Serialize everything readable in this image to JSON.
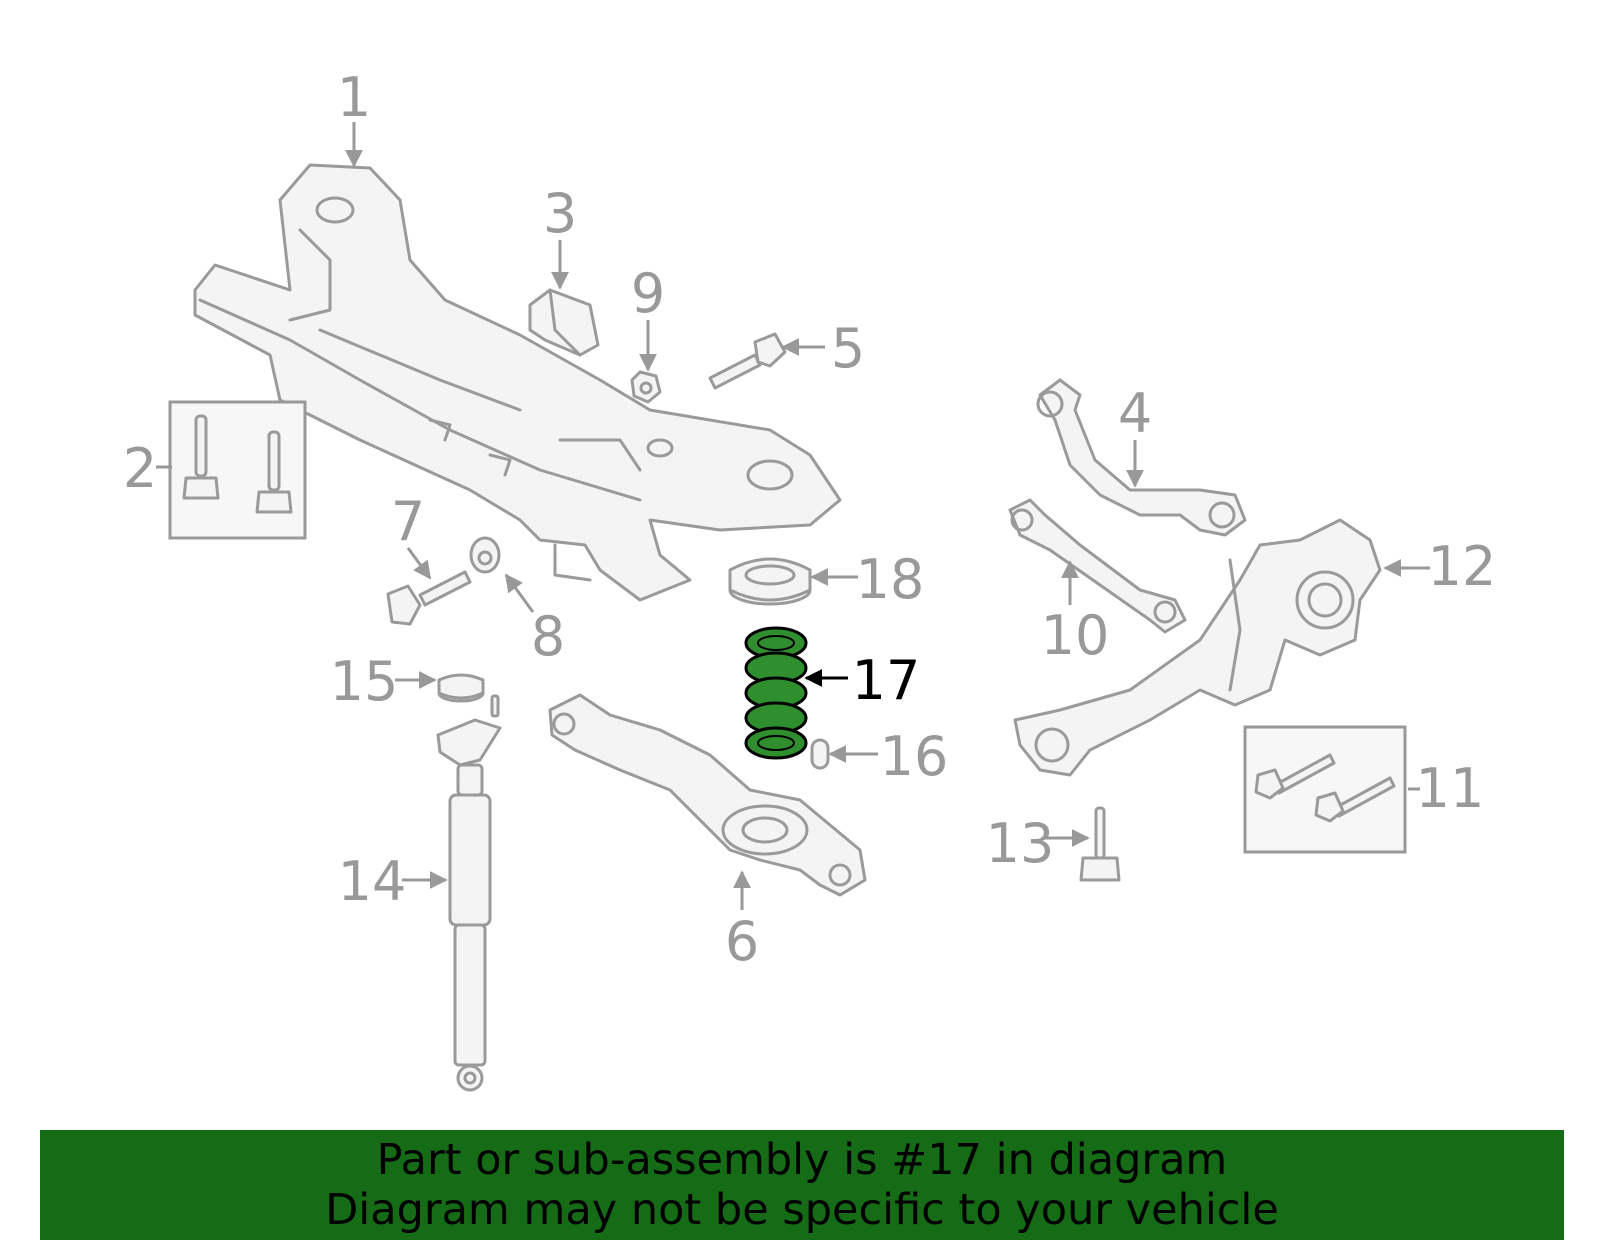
{
  "diagram": {
    "highlight_color": "#1f7a1f",
    "callouts": [
      {
        "id": "1",
        "label": "1"
      },
      {
        "id": "2",
        "label": "2"
      },
      {
        "id": "3",
        "label": "3"
      },
      {
        "id": "4",
        "label": "4"
      },
      {
        "id": "5",
        "label": "5"
      },
      {
        "id": "6",
        "label": "6"
      },
      {
        "id": "7",
        "label": "7"
      },
      {
        "id": "8",
        "label": "8"
      },
      {
        "id": "9",
        "label": "9"
      },
      {
        "id": "10",
        "label": "10"
      },
      {
        "id": "11",
        "label": "11"
      },
      {
        "id": "12",
        "label": "12"
      },
      {
        "id": "13",
        "label": "13"
      },
      {
        "id": "14",
        "label": "14"
      },
      {
        "id": "15",
        "label": "15"
      },
      {
        "id": "16",
        "label": "16"
      },
      {
        "id": "17",
        "label": "17"
      },
      {
        "id": "18",
        "label": "18"
      }
    ],
    "highlighted_part": "17"
  },
  "banner": {
    "background": "#166c16",
    "line1": "Part or sub-assembly is #17 in diagram",
    "line2": "Diagram may not be specific to your vehicle"
  }
}
